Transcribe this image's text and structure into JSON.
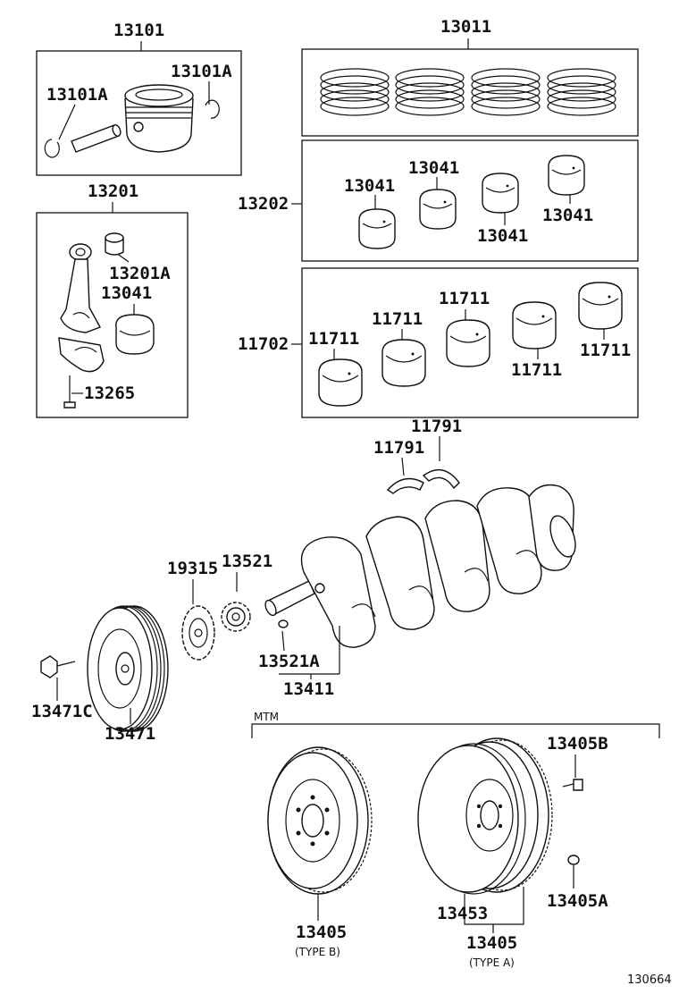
{
  "diagram_id": "130664",
  "group_label": "MTM",
  "groups": {
    "piston": {
      "code": "13101",
      "snap_left": "13101A",
      "snap_right": "13101A"
    },
    "rings": {
      "code": "13011"
    },
    "conrod": {
      "code": "13201",
      "bushing": "13201A",
      "bearing": "13041",
      "bolt": "13265"
    },
    "conrod_bearings": {
      "code": "13202",
      "b1": "13041",
      "b2": "13041",
      "b3": "13041",
      "b4": "13041"
    },
    "main_bearings": {
      "code": "11702",
      "b1": "11711",
      "b2": "11711",
      "b3": "11711",
      "b4": "11711",
      "b5": "11711"
    }
  },
  "thrust": {
    "left": "11791",
    "right": "11791"
  },
  "crank": {
    "code": "13411",
    "key": "13521A",
    "sprocket": "13521",
    "timing_gear": "19315"
  },
  "pulley": {
    "code": "13471",
    "bolt": "13471C"
  },
  "flywheel": {
    "bolt": "13405B",
    "pin": "13405A",
    "type_b": {
      "code": "13405",
      "caption": "(TYPE B)"
    },
    "type_a": {
      "code": "13405",
      "caption": "(TYPE A)",
      "ring_gear": "13453"
    }
  }
}
